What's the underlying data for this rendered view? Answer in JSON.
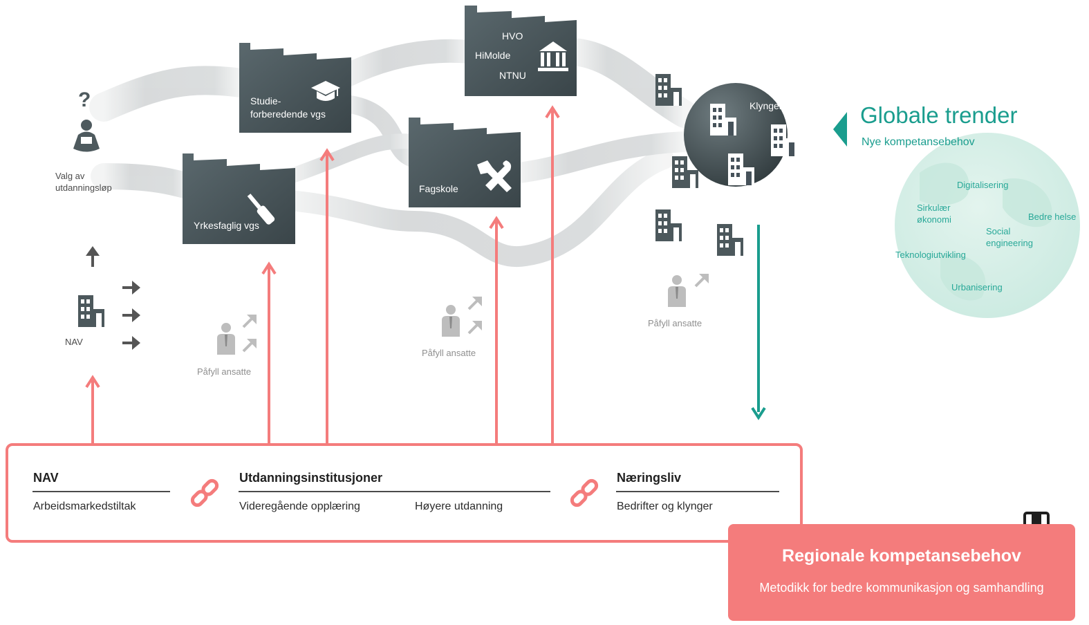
{
  "left": {
    "choice_label": "Valg av utdanningsløp",
    "nav_label": "NAV",
    "question_mark": "?"
  },
  "factories": {
    "studie": "Studie- forberedende vgs",
    "yrkesfaglig": "Yrkesfaglig vgs",
    "fagskole": "Fagskole",
    "univ_1": "HVO",
    "univ_2": "HiMolde",
    "univ_3": "NTNU"
  },
  "cluster_label": "Klynger",
  "refill": {
    "label_1": "Påfyll ansatte",
    "label_2": "Påfyll ansatte",
    "label_3": "Påfyll ansatte"
  },
  "global": {
    "title": "Globale trender",
    "subtitle": "Nye kompetansebehov",
    "trends": [
      "Digitalisering",
      "Sirkulær økonomi",
      "Bedre helse",
      "Social engineering",
      "Teknologiutvikling",
      "Urbanisering"
    ]
  },
  "panel": {
    "nav_title": "NAV",
    "nav_item": "Arbeidsmarkedstiltak",
    "edu_title": "Utdanningsinstitusjoner",
    "edu_item_1": "Videregående opplæring",
    "edu_item_2": "Høyere utdanning",
    "biz_title": "Næringsliv",
    "biz_item": "Bedrifter og klynger"
  },
  "regional": {
    "title": "Regionale kompetansebehov",
    "subtitle": "Metodikk for bedre kommunikasjon og samhandling"
  },
  "icons": [
    "question-icon",
    "person-choice-icon",
    "building-icon",
    "arrow-right-icon",
    "arrow-up-icon",
    "graduation-cap-icon",
    "screwdriver-icon",
    "tools-icon",
    "institution-icon",
    "person-icon",
    "arrow-up-right-icon",
    "link-icon",
    "bookmark-book-icon",
    "globe-icon",
    "arrow-left-icon"
  ],
  "colors": {
    "factory": "#4d5b60",
    "accent_red": "#f47c7c",
    "teal": "#1a9d8e",
    "flow": "#d2d5d6"
  }
}
